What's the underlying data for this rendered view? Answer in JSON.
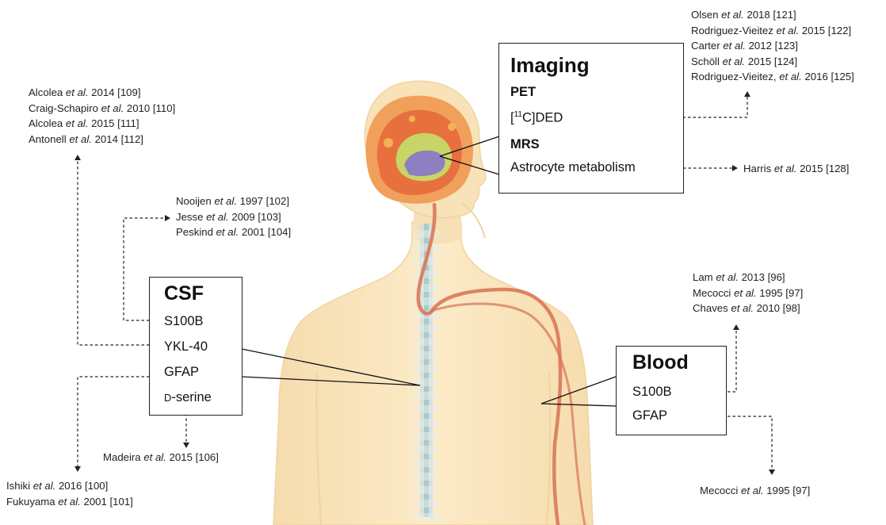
{
  "imaging": {
    "title": "Imaging",
    "pet_label": "PET",
    "ded_pre": "[",
    "ded_sup": "11",
    "ded_post": "C]DED",
    "mrs_label": "MRS",
    "astrocyte": "Astrocyte metabolism"
  },
  "csf": {
    "title": "CSF",
    "items": [
      "S100B",
      "YKL-40",
      "GFAP",
      "D-serine"
    ],
    "dserine_prefix": "D",
    "dserine_rest": "-serine"
  },
  "blood": {
    "title": "Blood",
    "items": [
      "S100B",
      "GFAP"
    ]
  },
  "refs": {
    "imaging_pet": [
      {
        "a": "Olsen ",
        "b": "et al.",
        "c": " 2018 [121]"
      },
      {
        "a": "Rodriguez-Vieitez ",
        "b": "et al.",
        "c": " 2015 [122]"
      },
      {
        "a": "Carter ",
        "b": "et al.",
        "c": " 2012 [123]"
      },
      {
        "a": "Schöll ",
        "b": "et al.",
        "c": " 2015 [124]"
      },
      {
        "a": "Rodriguez-Vieitez, ",
        "b": "et al.",
        "c": " 2016 [125]"
      }
    ],
    "harris": {
      "a": "Harris ",
      "b": "et al.",
      "c": " 2015 [128]"
    },
    "ykl40": [
      {
        "a": "Alcolea ",
        "b": "et al.",
        "c": " 2014  [109]"
      },
      {
        "a": "Craig-Schapiro ",
        "b": "et al.",
        "c": " 2010 [110]"
      },
      {
        "a": "Alcolea ",
        "b": "et al.",
        "c": " 2015 [111]"
      },
      {
        "a": "Antonell ",
        "b": "et al.",
        "c": " 2014 [112]"
      }
    ],
    "csf_s100b": [
      {
        "a": "Nooijen ",
        "b": "et al.",
        "c": " 1997  [102]"
      },
      {
        "a": "Jesse ",
        "b": "et al.",
        "c": " 2009  [103]"
      },
      {
        "a": "Peskind ",
        "b": "et al.",
        "c": " 2001 [104]"
      }
    ],
    "madeira": {
      "a": "Madeira ",
      "b": "et al.",
      "c": " 2015 [106]"
    },
    "csf_gfap": [
      {
        "a": "Ishiki ",
        "b": "et al.",
        "c": " 2016 [100]"
      },
      {
        "a": "Fukuyama ",
        "b": "et al.",
        "c": " 2001 [101]"
      }
    ],
    "blood_s100b": [
      {
        "a": "Lam ",
        "b": "et al.",
        "c": " 2013  [96]"
      },
      {
        "a": "Mecocci ",
        "b": "et al.",
        "c": " 1995  [97]"
      },
      {
        "a": "Chaves ",
        "b": "et al.",
        "c": " 2010  [98]"
      }
    ],
    "blood_gfap": {
      "a": "Mecocci ",
      "b": "et al.",
      "c": " 1995  [97]"
    }
  },
  "colors": {
    "skin": "#fbe9c6",
    "skin_shade": "#f3d7a8",
    "vessel": "#d9785a",
    "spine": "#c9d9da",
    "brain_outer": "#f2a15b",
    "brain_mid": "#e56b3c",
    "brain_core": "#8c7fc2",
    "brain_green": "#b9cf6c"
  }
}
